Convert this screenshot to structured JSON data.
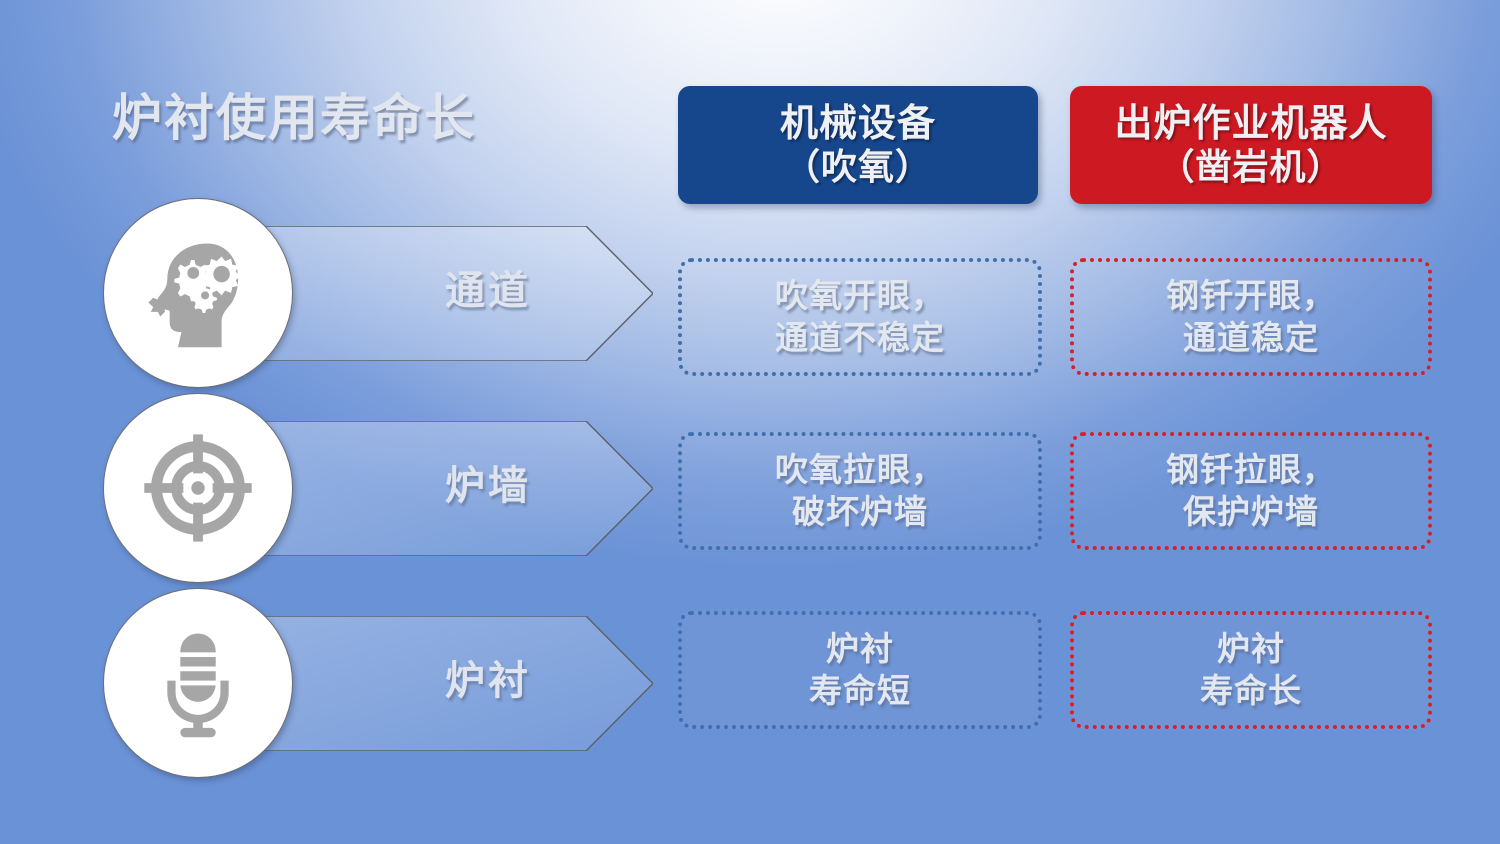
{
  "slide": {
    "title": "炉衬使用寿命长",
    "background_top_color": "#ffffff",
    "background_edge_color": "#6a92d6"
  },
  "columns": [
    {
      "id": "machine",
      "line1": "机械设备",
      "line2": "（吹氧）",
      "color": "#16468c",
      "accent": "#3f6fad"
    },
    {
      "id": "robot",
      "line1": "出炉作业机器人",
      "line2": "（凿岩机）",
      "color": "#cd1922",
      "accent": "#d6202a"
    }
  ],
  "rows": [
    {
      "label": "通道",
      "icon": "head-with-gears-icon",
      "machine_line1": "吹氧开眼，",
      "machine_line2": "通道不稳定",
      "robot_line1": "钢钎开眼，",
      "robot_line2": "通道稳定"
    },
    {
      "label": "炉墙",
      "icon": "crosshair-target-icon",
      "machine_line1": "吹氧拉眼，",
      "machine_line2": "破坏炉墙",
      "robot_line1": "钢钎拉眼，",
      "robot_line2": "保护炉墙"
    },
    {
      "label": "炉衬",
      "icon": "microphone-icon",
      "machine_line1": "炉衬",
      "machine_line2": "寿命短",
      "robot_line1": "炉衬",
      "robot_line2": "寿命长"
    }
  ]
}
